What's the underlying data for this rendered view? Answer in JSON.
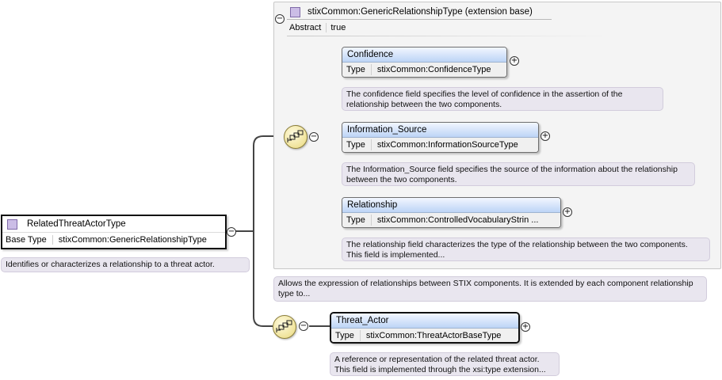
{
  "extension_base": {
    "title": "stixCommon:GenericRelationshipType (extension base)",
    "abstract_label": "Abstract",
    "abstract_value": "true",
    "doc": "Allows the expression of relationships between STIX components. It is extended by each component relationship type to..."
  },
  "root": {
    "name": "RelatedThreatActorType",
    "base_type_label": "Base Type",
    "base_type_value": "stixCommon:GenericRelationshipType",
    "doc": "Identifies or characterizes a relationship to a threat actor."
  },
  "elements": [
    {
      "name": "Confidence",
      "type_label": "Type",
      "type_value": "stixCommon:ConfidenceType",
      "doc": "The confidence field specifies the level of confidence in the assertion of the relationship between the two components."
    },
    {
      "name": "Information_Source",
      "type_label": "Type",
      "type_value": "stixCommon:InformationSourceType",
      "doc": "The Information_Source field specifies the source of the information about the relationship between the two components."
    },
    {
      "name": "Relationship",
      "type_label": "Type",
      "type_value": "stixCommon:ControlledVocabularyStrin ...",
      "doc": "The relationship field characterizes the type of the relationship between the two components. This field is implemented..."
    },
    {
      "name": "Threat_Actor",
      "type_label": "Type",
      "type_value": "stixCommon:ThreatActorBaseType",
      "doc": "A reference or representation of the related threat actor. This field is implemented through the xsi:type extension..."
    }
  ],
  "symbols": {
    "expand": "+",
    "collapse": "−"
  },
  "icons": [
    "complex-type-icon",
    "sequence-compositor-icon",
    "expand-icon",
    "collapse-icon"
  ],
  "colors": {
    "title_gradient_top": "#f2f7ff",
    "title_gradient_bottom": "#bcd4f6",
    "doc_background": "#e9e6ef",
    "frame_background": "#f4f4f4",
    "type_square": "#cbbde6"
  }
}
